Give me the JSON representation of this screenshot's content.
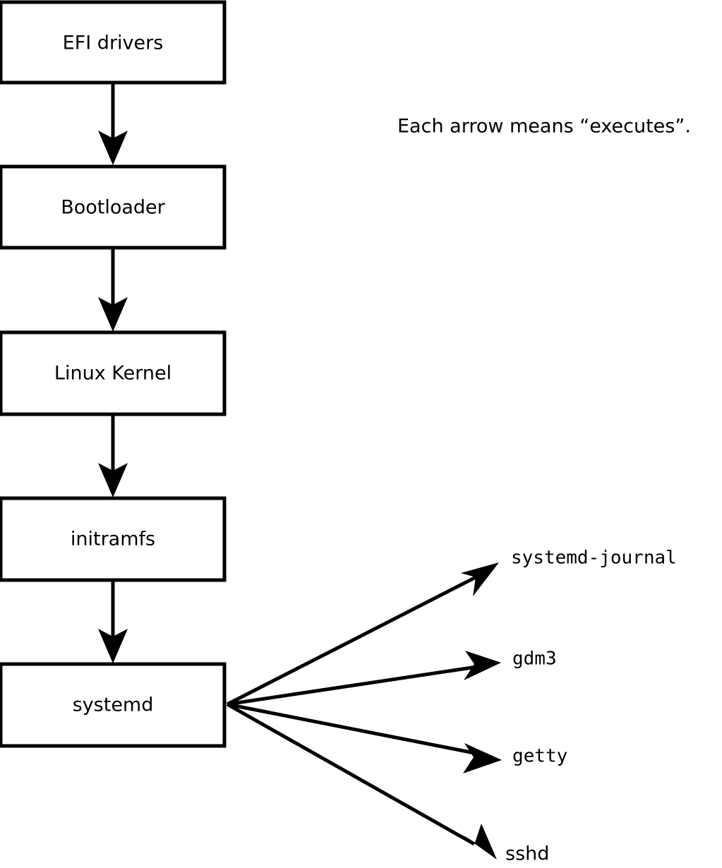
{
  "diagram": {
    "caption": "Each arrow means “executes”.",
    "boot_chain": [
      {
        "id": "efi-drivers",
        "label": "EFI drivers"
      },
      {
        "id": "bootloader",
        "label": "Bootloader"
      },
      {
        "id": "linux-kernel",
        "label": "Linux Kernel"
      },
      {
        "id": "initramfs",
        "label": "initramfs"
      },
      {
        "id": "systemd",
        "label": "systemd"
      }
    ],
    "services": [
      {
        "id": "systemd-journal",
        "label": "systemd-journal",
        "font": "mono"
      },
      {
        "id": "gdm3",
        "label": "gdm3",
        "font": "mono"
      },
      {
        "id": "getty",
        "label": "getty",
        "font": "mono"
      },
      {
        "id": "sshd",
        "label": "sshd",
        "font": "sans"
      }
    ],
    "colors": {
      "stroke": "#000000",
      "fill": "#ffffff",
      "text": "#000000"
    }
  }
}
